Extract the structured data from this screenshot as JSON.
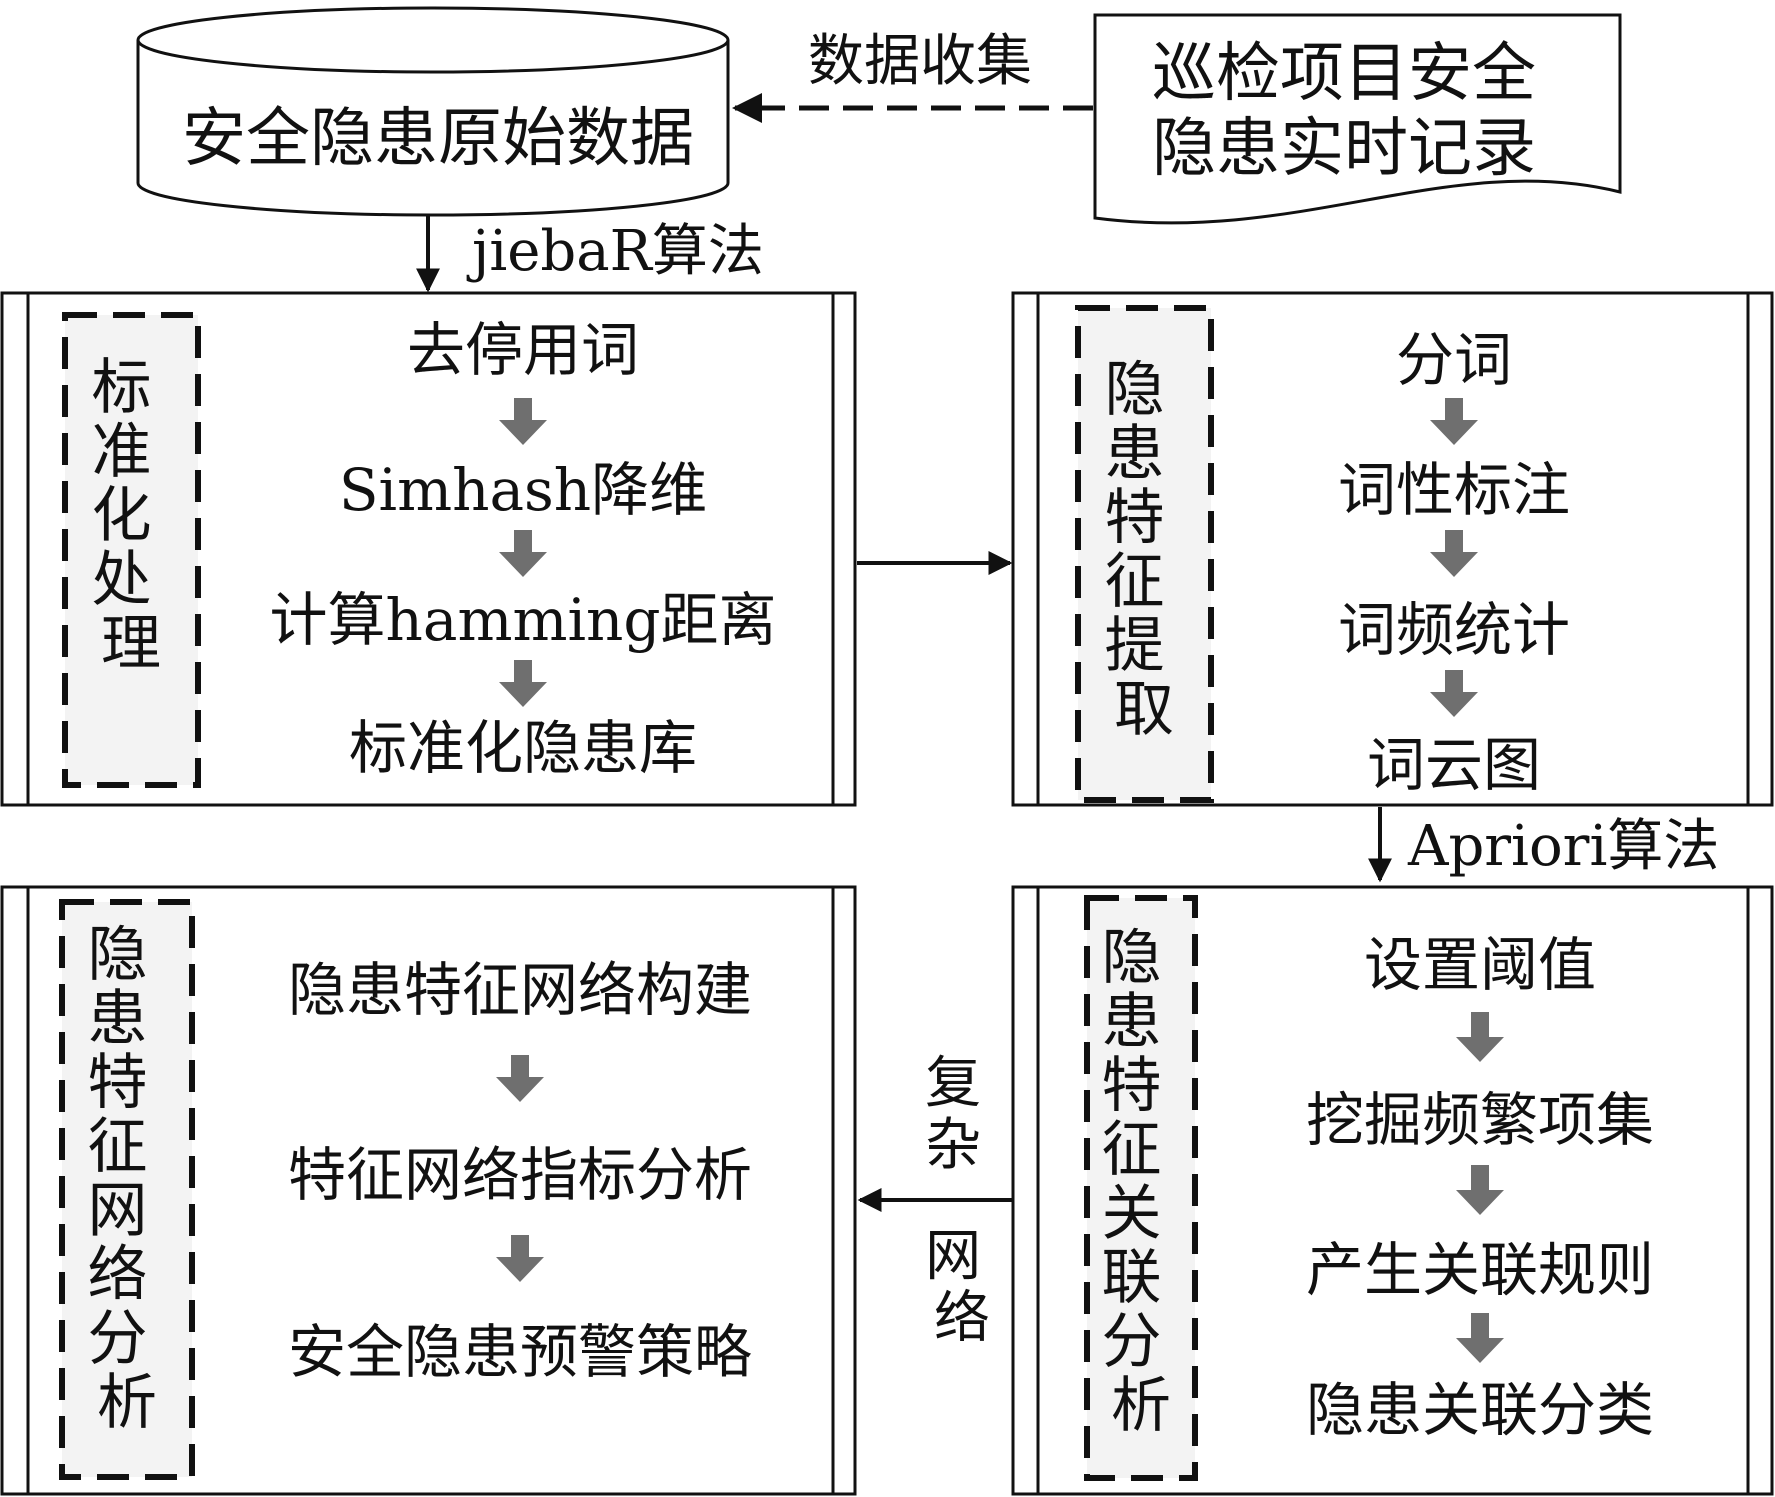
{
  "top": {
    "database_label": "安全隐患原始数据",
    "record_line1": "巡检项目安全",
    "record_line2": "隐患实时记录",
    "collect_label": "数据收集",
    "algorithm_label": "jiebaR算法"
  },
  "standardize": {
    "title": "标准化处理",
    "steps": [
      "去停用词",
      "Simhash降维",
      "计算hamming距离",
      "标准化隐患库"
    ]
  },
  "extract": {
    "title": "隐患特征提取",
    "steps": [
      "分词",
      "词性标注",
      "词频统计",
      "词云图"
    ]
  },
  "apriori_label": "Apriori算法",
  "association": {
    "title": "隐患特征关联分析",
    "steps": [
      "设置阈值",
      "挖掘频繁项集",
      "产生关联规则",
      "隐患关联分类"
    ]
  },
  "network": {
    "title": "隐患特征网络分析",
    "steps": [
      "隐患特征网络构建",
      "特征网络指标分析",
      "安全隐患预警策略"
    ]
  },
  "complex_network_label": "复杂网络",
  "colors": {
    "line": "#111111",
    "step_arrow": "#6f6f6f",
    "title_box_fill": "#f3f3f3"
  }
}
